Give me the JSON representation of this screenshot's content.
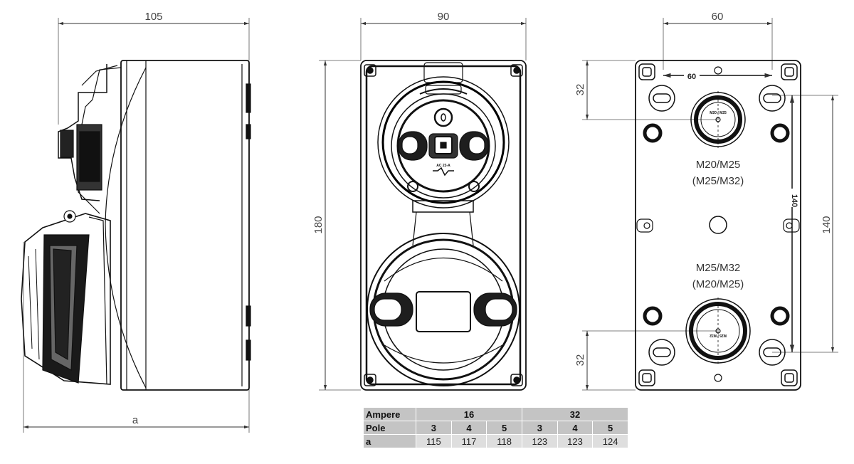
{
  "dimensions": {
    "side_width": "105",
    "side_depth": "a",
    "front_width": "90",
    "front_height": "180",
    "rear_width": "60",
    "rear_top_offset": "32",
    "rear_bottom_offset": "32",
    "rear_hole_spacing": "140",
    "rear_inner_width": "60",
    "rear_inner_height": "140"
  },
  "labels": {
    "upper_gland": "M20/M25",
    "upper_gland_alt": "(M25/M32)",
    "lower_gland": "M25/M32",
    "lower_gland_alt": "(M20/M25)",
    "upper_gland_marking": "M20 / M25",
    "lower_gland_marking": "M25 / M32",
    "switch_rating": "AC 23-A"
  },
  "table": {
    "row_labels": [
      "Ampere",
      "Pole",
      "a"
    ],
    "ampere": [
      "16",
      "32"
    ],
    "poles": [
      "3",
      "4",
      "5",
      "3",
      "4",
      "5"
    ],
    "a_values": [
      "115",
      "117",
      "118",
      "123",
      "123",
      "124"
    ]
  }
}
